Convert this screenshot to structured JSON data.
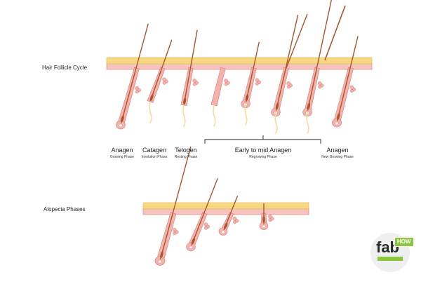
{
  "colors": {
    "skin_band": "#f6d883",
    "skin_edge": "#e1b24e",
    "dermis": "#f6c3bd",
    "follicle": "#f4b2ab",
    "follicle_edge": "#d47c78",
    "hair": "#a9542a",
    "hair_light": "#eee09a",
    "bracket": "#222222",
    "logo_green": "#8cc63f"
  },
  "sections": {
    "cycle_title": "Hair Follicle Cycle",
    "alopecia_title": "Alopecia Phases"
  },
  "phases": [
    {
      "name": "Anagen",
      "sub": "Growing Phase"
    },
    {
      "name": "Catagen",
      "sub": "Involution Phase"
    },
    {
      "name": "Telogen",
      "sub": "Resting Phase"
    },
    {
      "name": "Early to mid Anagen",
      "sub": "Regrowing Phase"
    },
    {
      "name": "Anagen",
      "sub": "New Growing Phase"
    }
  ],
  "logo": {
    "fab": "fab",
    "how": "HOW",
    "icon": "fabhow-logo"
  }
}
